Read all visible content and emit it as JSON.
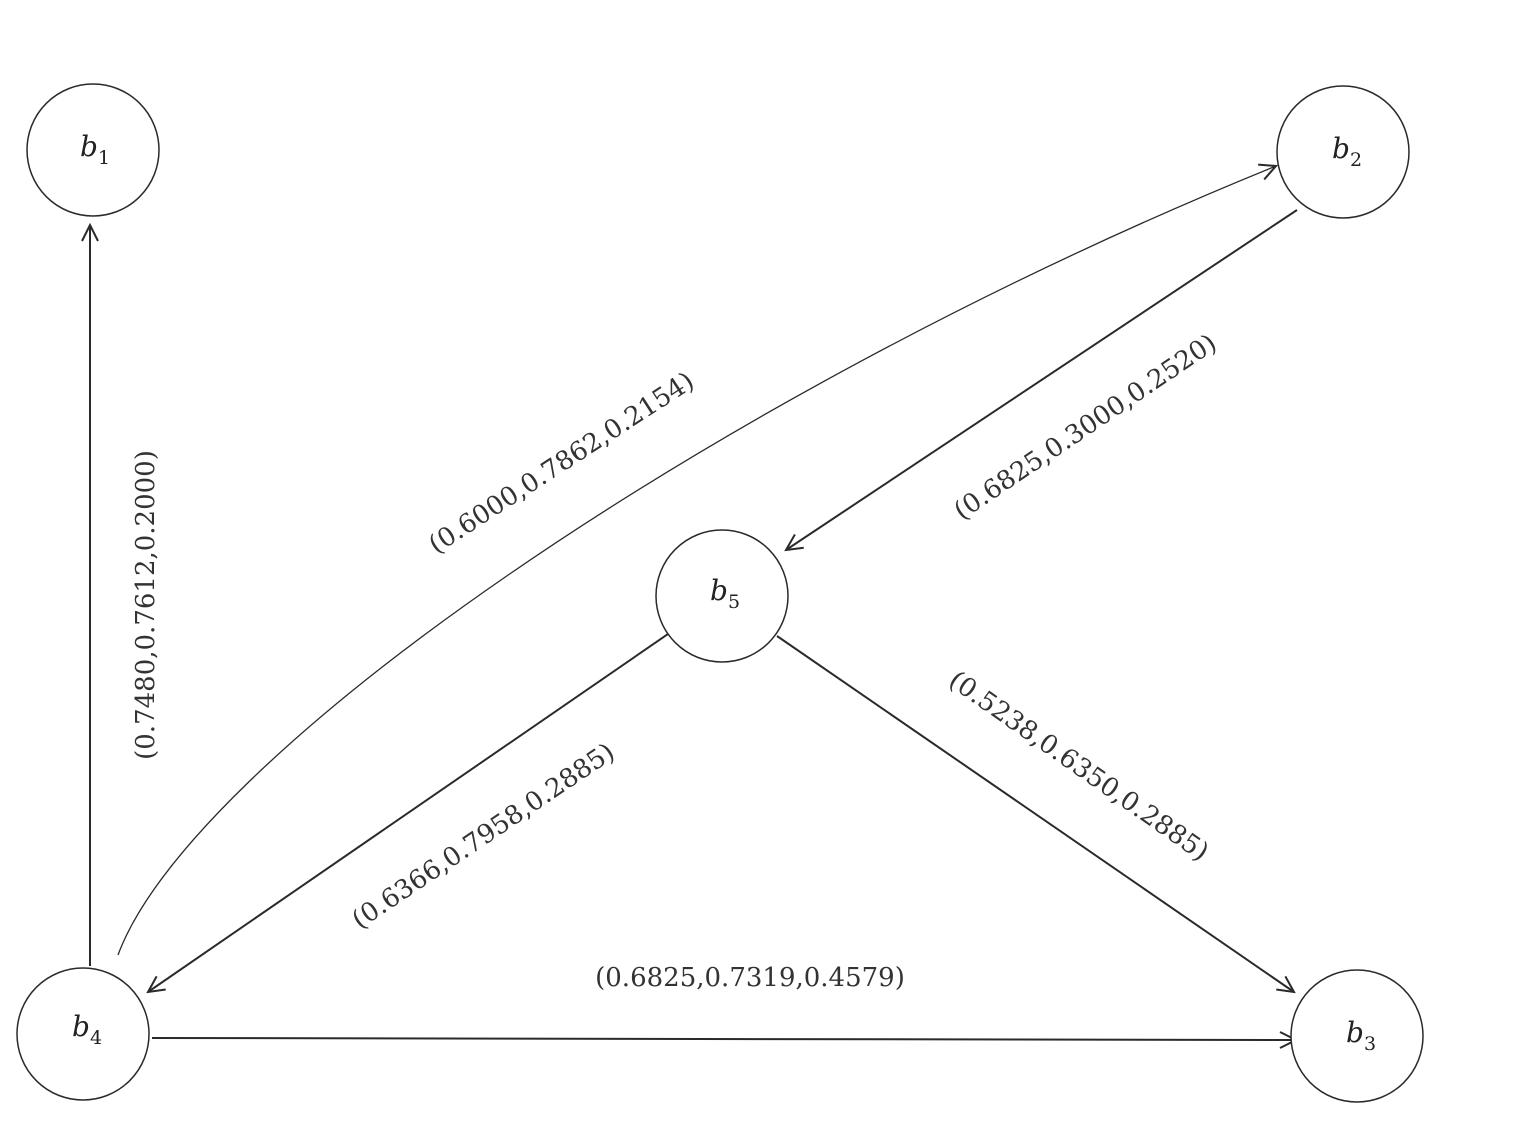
{
  "nodes": {
    "b1": {
      "name": "b",
      "sub": "1"
    },
    "b2": {
      "name": "b",
      "sub": "2"
    },
    "b3": {
      "name": "b",
      "sub": "3"
    },
    "b4": {
      "name": "b",
      "sub": "4"
    },
    "b5": {
      "name": "b",
      "sub": "5"
    }
  },
  "edges": {
    "b4_b1": {
      "from": "b4",
      "to": "b1",
      "label": "(0.7480,0.7612,0.2000)"
    },
    "b4_b2": {
      "from": "b4",
      "to": "b2",
      "label": "(0.6000,0.7862,0.2154)"
    },
    "b2_b5": {
      "from": "b2",
      "to": "b5",
      "label": "(0.6825,0.3000,0.2520)"
    },
    "b5_b4": {
      "from": "b5",
      "to": "b4",
      "label": "(0.6366,0.7958,0.2885)"
    },
    "b5_b3": {
      "from": "b5",
      "to": "b3",
      "label": "(0.5238,0.6350,0.2885)"
    },
    "b4_b3": {
      "from": "b4",
      "to": "b3",
      "label": "(0.6825,0.7319,0.4579)"
    }
  }
}
